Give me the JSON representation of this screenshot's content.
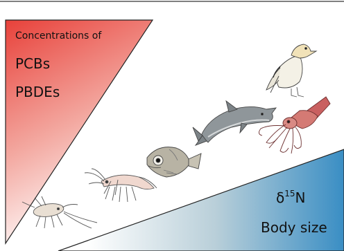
{
  "left_wedge": {
    "line1": "Concentrations of",
    "line2": "PCBs",
    "line3": "PBDEs",
    "color_top": "#e8413a",
    "color_bottom": "#ffffff"
  },
  "right_wedge": {
    "delta": "δ",
    "superscript": "15",
    "element": "N",
    "line2": "Body size",
    "color_right": "#3a8ec4",
    "color_left": "#ffffff"
  },
  "organisms": [
    {
      "name": "zooplankton-copepod"
    },
    {
      "name": "krill-shrimp"
    },
    {
      "name": "hatchetfish"
    },
    {
      "name": "dolphin"
    },
    {
      "name": "squid"
    },
    {
      "name": "gannet-seabird"
    }
  ]
}
